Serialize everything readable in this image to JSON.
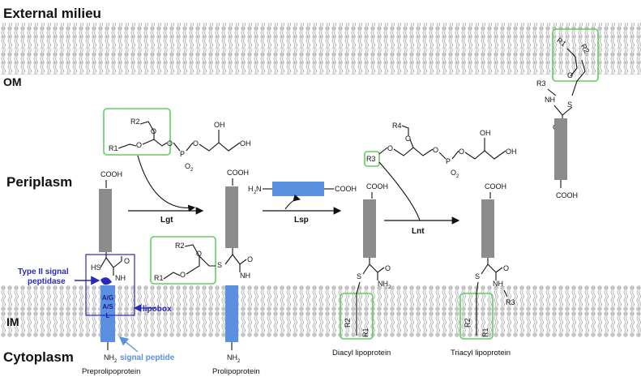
{
  "regions": {
    "external": "External milieu",
    "om": "OM",
    "periplasm": "Periplasm",
    "im": "IM",
    "cytoplasm": "Cytoplasm"
  },
  "enzymes": {
    "lgt": "Lgt",
    "lsp": "Lsp",
    "lnt": "Lnt"
  },
  "callouts": {
    "type2_line1": "Type II signal",
    "type2_line2": "peptidase",
    "lipobox": "lipobox",
    "signal_peptide": "signal peptide"
  },
  "captions": {
    "preprolipoprotein": "Preprolipoprotein",
    "prolipoprotein": "Prolipoprotein",
    "diacyl": "Diacyl lipoprotein",
    "triacyl": "Triacyl lipoprotein"
  },
  "lipobox_residues": {
    "r1": "A/G",
    "r2": "A/S",
    "r3": "L"
  },
  "chem": {
    "cooh": "COOH",
    "h2n": "H",
    "n": "N",
    "nh": "NH",
    "nh2": "NH",
    "sub2": "2",
    "hs": "HS",
    "s": "S",
    "o": "O",
    "oh": "OH",
    "p": "P",
    "r1": "R1",
    "r2": "R2",
    "r3": "R3",
    "r4": "R4"
  },
  "colors": {
    "membrane": "#cfcfcf",
    "membrane_head": "#bdbdbd",
    "protein": "#8c8c8c",
    "signal_peptide": "#5b8fe0",
    "green_box": "#5fd05f",
    "navy_box": "#2a2ab8"
  }
}
